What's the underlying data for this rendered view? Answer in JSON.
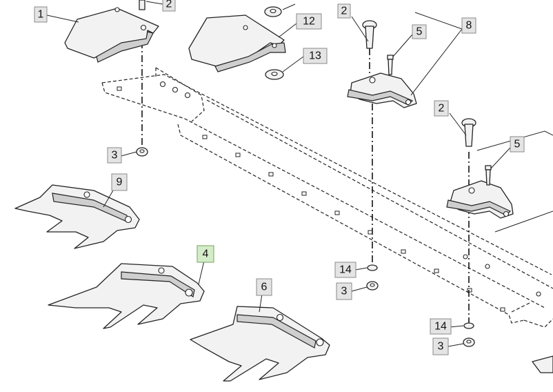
{
  "callouts": [
    {
      "id": "c1",
      "label": "1"
    },
    {
      "id": "c2a",
      "label": "2"
    },
    {
      "id": "c12",
      "label": "12"
    },
    {
      "id": "c13",
      "label": "13"
    },
    {
      "id": "c2b",
      "label": "2"
    },
    {
      "id": "c5a",
      "label": "5"
    },
    {
      "id": "c8",
      "label": "8"
    },
    {
      "id": "c2c",
      "label": "2"
    },
    {
      "id": "c5b",
      "label": "5"
    },
    {
      "id": "c3a",
      "label": "3"
    },
    {
      "id": "c9",
      "label": "9"
    },
    {
      "id": "c4",
      "label": "4"
    },
    {
      "id": "c6",
      "label": "6"
    },
    {
      "id": "c14a",
      "label": "14"
    },
    {
      "id": "c3b",
      "label": "3"
    },
    {
      "id": "c14b",
      "label": "14"
    },
    {
      "id": "c3c",
      "label": "3"
    }
  ],
  "active_callout": "4",
  "colors": {
    "line": "#222222",
    "callout_fill": "#e4e4e4",
    "callout_active_fill": "#d5ecc9",
    "background": "#ffffff"
  }
}
